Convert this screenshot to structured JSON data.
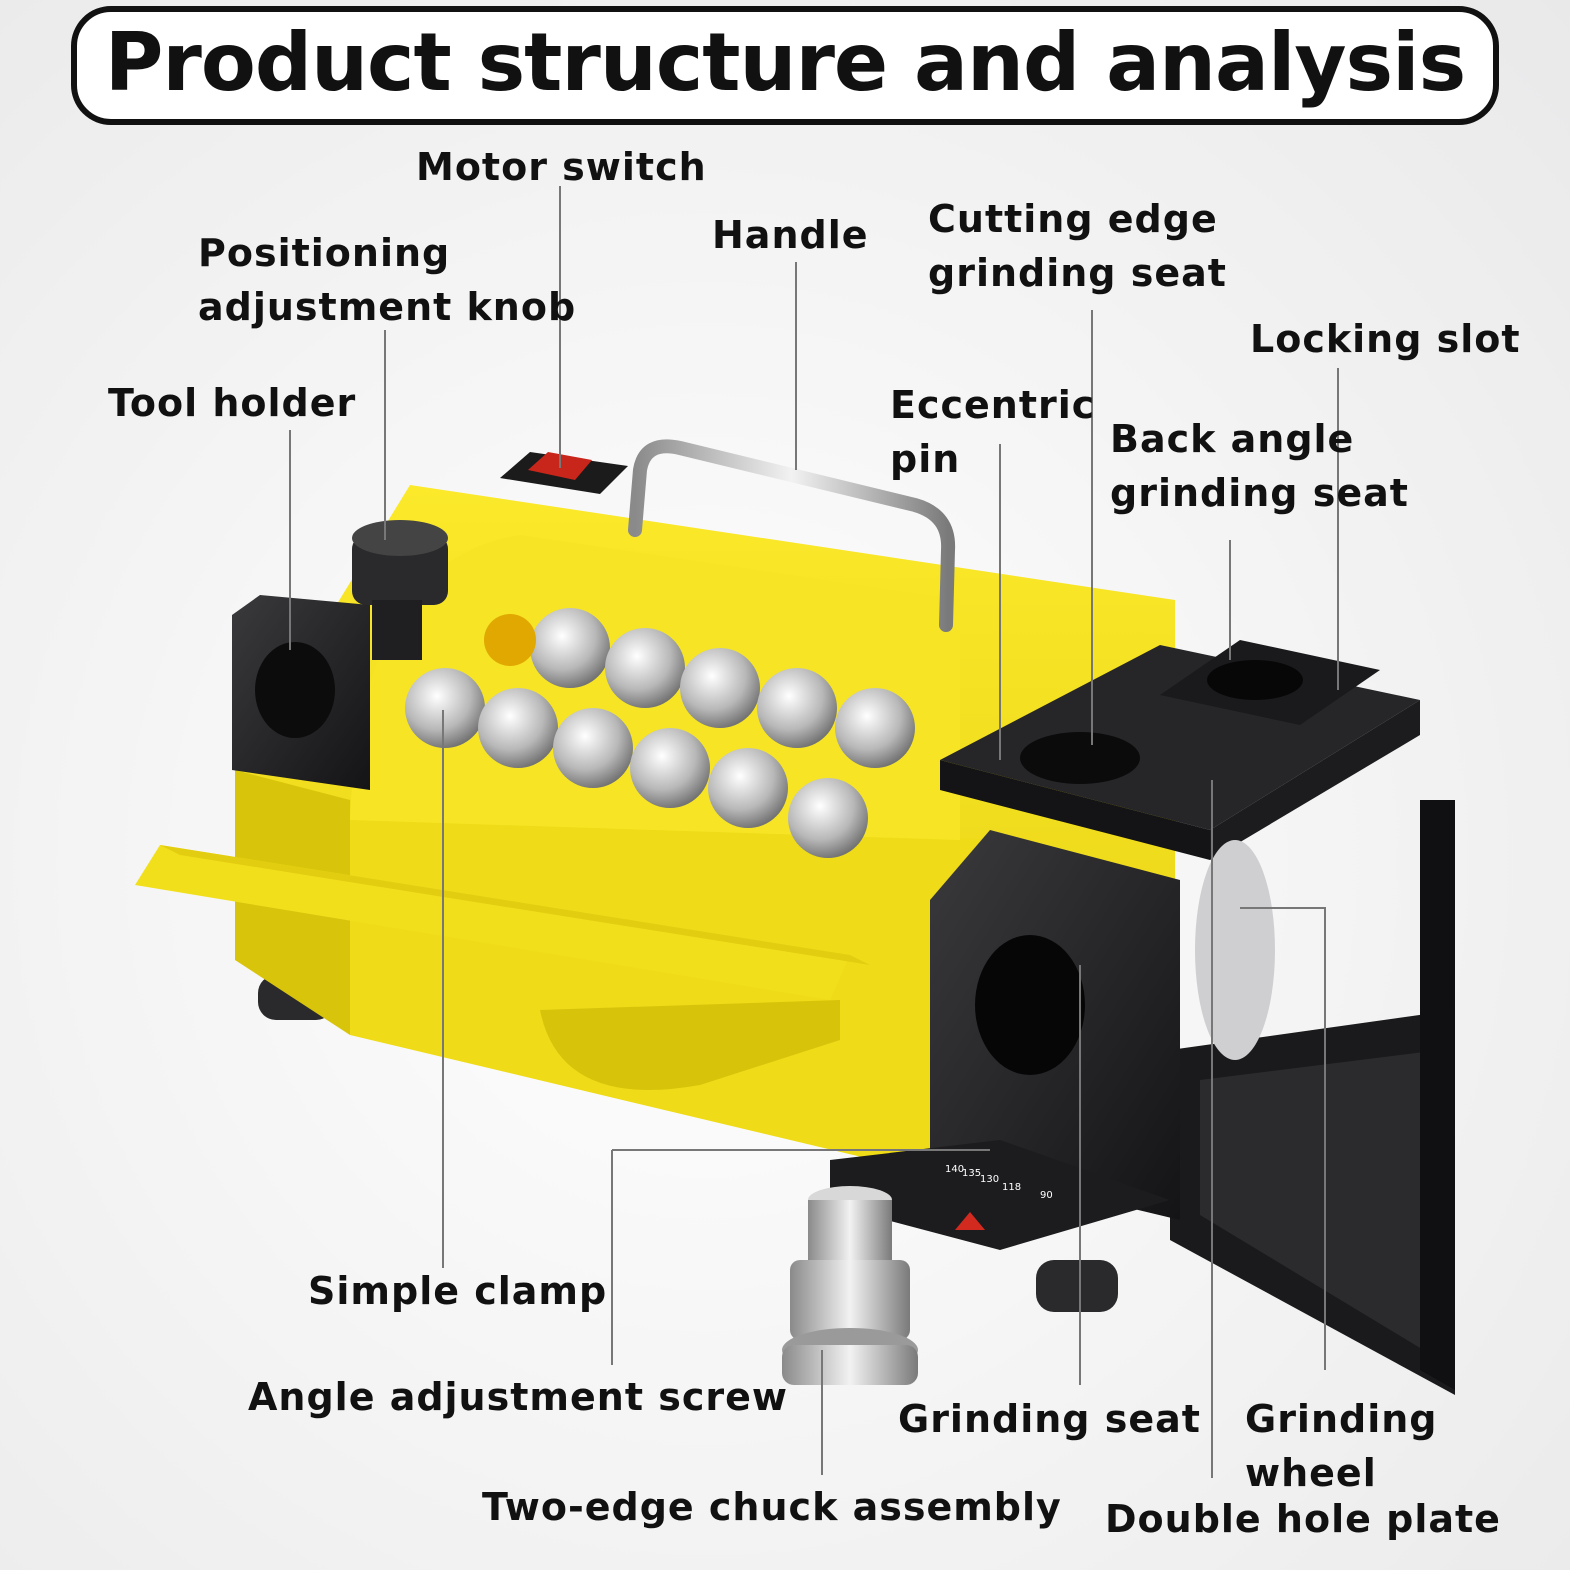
{
  "title": "Product structure and analysis",
  "labels": {
    "motor_switch": "Motor switch",
    "handle": "Handle",
    "cutting_edge": "Cutting edge\ngrinding seat",
    "positioning": "Positioning\nadjustment knob",
    "locking_slot": "Locking slot",
    "tool_holder": "Tool holder",
    "eccentric_pin": "Eccentric\npin",
    "back_angle": "Back angle\ngrinding seat",
    "simple_clamp": "Simple clamp",
    "angle_screw": "Angle adjustment screw",
    "grinding_seat": "Grinding seat",
    "grinding_wheel": "Grinding wheel",
    "chuck_assembly": "Two-edge chuck assembly",
    "double_hole": "Double hole plate"
  },
  "scale_marks": [
    "140",
    "135",
    "130",
    "118",
    "90"
  ],
  "colors": {
    "body_yellow": "#f5e21a",
    "metal_dark": "#1c1c1e"
  }
}
